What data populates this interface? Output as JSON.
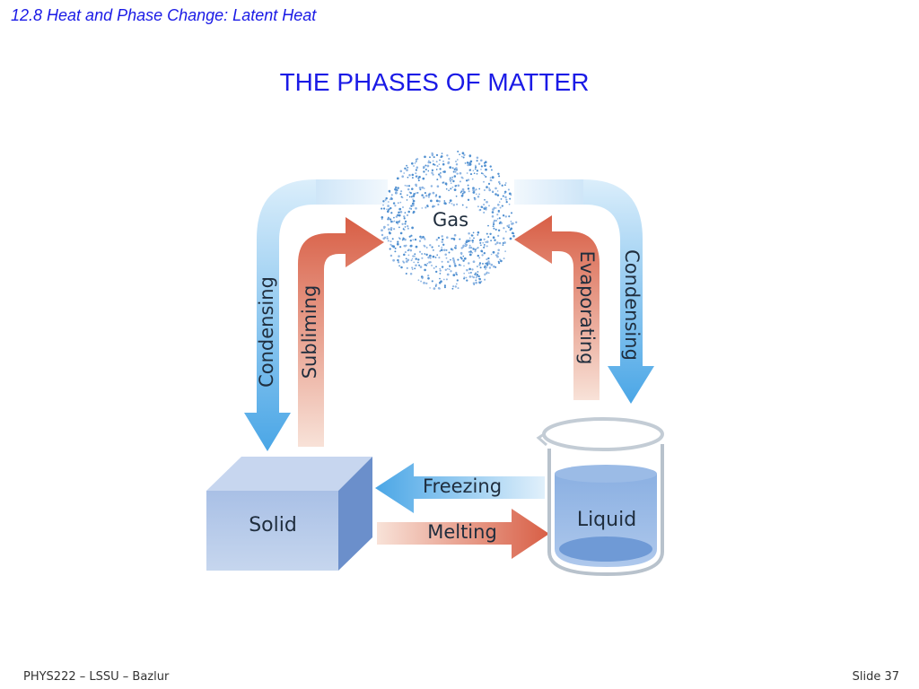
{
  "header": {
    "section_title": "12.8 Heat and Phase Change: Latent Heat"
  },
  "slide": {
    "title": "THE PHASES OF MATTER"
  },
  "diagram": {
    "gas_label": "Gas",
    "solid_label": "Solid",
    "liquid_label": "Liquid",
    "arrows": {
      "condensing_left": "Condensing",
      "subliming": "Subliming",
      "evaporating": "Evaporating",
      "condensing_right": "Condensing",
      "freezing": "Freezing",
      "melting": "Melting"
    },
    "colors": {
      "cooling_blue": "#5aaee6",
      "heating_red": "#d9654e",
      "solid_face": "#9fb8e0",
      "liquid": "#7fa6dc"
    }
  },
  "footer": {
    "credit": "PHYS222 – LSSU – Bazlur",
    "slide_number": "Slide 37"
  }
}
